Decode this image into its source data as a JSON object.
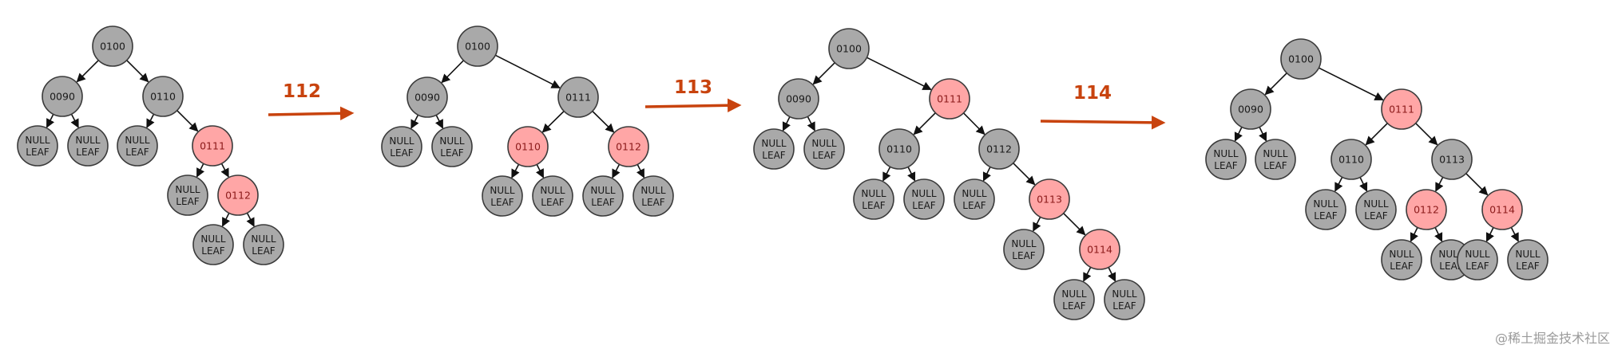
{
  "colors": {
    "black_node_fill": "#a9a9a9",
    "red_node_fill": "#ffa6a6",
    "edge": "#111111",
    "step_arrow": "#c8430e",
    "watermark": "#9a9a9a"
  },
  "leaf_label": [
    "NULL",
    "LEAF"
  ],
  "trees": [
    {
      "nodes": [
        {
          "id": "n100",
          "label": "0100",
          "color": "black"
        },
        {
          "id": "n090",
          "label": "0090",
          "color": "black"
        },
        {
          "id": "n110",
          "label": "0110",
          "color": "black"
        },
        {
          "id": "l1",
          "leaf": true
        },
        {
          "id": "l2",
          "leaf": true
        },
        {
          "id": "l3",
          "leaf": true
        },
        {
          "id": "n111",
          "label": "0111",
          "color": "red"
        },
        {
          "id": "l4",
          "leaf": true
        },
        {
          "id": "n112",
          "label": "0112",
          "color": "red"
        },
        {
          "id": "l5",
          "leaf": true
        },
        {
          "id": "l6",
          "leaf": true
        }
      ],
      "edges": [
        [
          "n100",
          "n090"
        ],
        [
          "n100",
          "n110"
        ],
        [
          "n090",
          "l1"
        ],
        [
          "n090",
          "l2"
        ],
        [
          "n110",
          "l3"
        ],
        [
          "n110",
          "n111"
        ],
        [
          "n111",
          "l4"
        ],
        [
          "n111",
          "n112"
        ],
        [
          "n112",
          "l5"
        ],
        [
          "n112",
          "l6"
        ]
      ]
    },
    {
      "nodes": [
        {
          "id": "n100",
          "label": "0100",
          "color": "black"
        },
        {
          "id": "n090",
          "label": "0090",
          "color": "black"
        },
        {
          "id": "n111",
          "label": "0111",
          "color": "black"
        },
        {
          "id": "l1",
          "leaf": true
        },
        {
          "id": "l2",
          "leaf": true
        },
        {
          "id": "n110",
          "label": "0110",
          "color": "red"
        },
        {
          "id": "n112",
          "label": "0112",
          "color": "red"
        },
        {
          "id": "l3",
          "leaf": true
        },
        {
          "id": "l4",
          "leaf": true
        },
        {
          "id": "l5",
          "leaf": true
        },
        {
          "id": "l6",
          "leaf": true
        }
      ],
      "edges": [
        [
          "n100",
          "n090"
        ],
        [
          "n100",
          "n111"
        ],
        [
          "n090",
          "l1"
        ],
        [
          "n090",
          "l2"
        ],
        [
          "n111",
          "n110"
        ],
        [
          "n111",
          "n112"
        ],
        [
          "n110",
          "l3"
        ],
        [
          "n110",
          "l4"
        ],
        [
          "n112",
          "l5"
        ],
        [
          "n112",
          "l6"
        ]
      ]
    },
    {
      "nodes": [
        {
          "id": "n100",
          "label": "0100",
          "color": "black"
        },
        {
          "id": "n090",
          "label": "0090",
          "color": "black"
        },
        {
          "id": "n111",
          "label": "0111",
          "color": "red"
        },
        {
          "id": "l1",
          "leaf": true
        },
        {
          "id": "l2",
          "leaf": true
        },
        {
          "id": "n110",
          "label": "0110",
          "color": "black"
        },
        {
          "id": "n112",
          "label": "0112",
          "color": "black"
        },
        {
          "id": "l3",
          "leaf": true
        },
        {
          "id": "l4",
          "leaf": true
        },
        {
          "id": "l5",
          "leaf": true
        },
        {
          "id": "n113",
          "label": "0113",
          "color": "red"
        },
        {
          "id": "l6",
          "leaf": true
        },
        {
          "id": "n114",
          "label": "0114",
          "color": "red"
        },
        {
          "id": "l7",
          "leaf": true
        },
        {
          "id": "l8",
          "leaf": true
        }
      ],
      "edges": [
        [
          "n100",
          "n090"
        ],
        [
          "n100",
          "n111"
        ],
        [
          "n090",
          "l1"
        ],
        [
          "n090",
          "l2"
        ],
        [
          "n111",
          "n110"
        ],
        [
          "n111",
          "n112"
        ],
        [
          "n110",
          "l3"
        ],
        [
          "n110",
          "l4"
        ],
        [
          "n112",
          "l5"
        ],
        [
          "n112",
          "n113"
        ],
        [
          "n113",
          "l6"
        ],
        [
          "n113",
          "n114"
        ],
        [
          "n114",
          "l7"
        ],
        [
          "n114",
          "l8"
        ]
      ]
    },
    {
      "nodes": [
        {
          "id": "n100",
          "label": "0100",
          "color": "black"
        },
        {
          "id": "n090",
          "label": "0090",
          "color": "black"
        },
        {
          "id": "n111",
          "label": "0111",
          "color": "red"
        },
        {
          "id": "l1",
          "leaf": true
        },
        {
          "id": "l2",
          "leaf": true
        },
        {
          "id": "n110",
          "label": "0110",
          "color": "black"
        },
        {
          "id": "n113",
          "label": "0113",
          "color": "black"
        },
        {
          "id": "l3",
          "leaf": true
        },
        {
          "id": "l4",
          "leaf": true
        },
        {
          "id": "n112",
          "label": "0112",
          "color": "red"
        },
        {
          "id": "n114",
          "label": "0114",
          "color": "red"
        },
        {
          "id": "l5",
          "leaf": true
        },
        {
          "id": "l6",
          "leaf": true
        },
        {
          "id": "l7",
          "leaf": true
        },
        {
          "id": "l8",
          "leaf": true
        }
      ],
      "edges": [
        [
          "n100",
          "n090"
        ],
        [
          "n100",
          "n111"
        ],
        [
          "n090",
          "l1"
        ],
        [
          "n090",
          "l2"
        ],
        [
          "n111",
          "n110"
        ],
        [
          "n111",
          "n113"
        ],
        [
          "n110",
          "l3"
        ],
        [
          "n110",
          "l4"
        ],
        [
          "n113",
          "n112"
        ],
        [
          "n113",
          "n114"
        ],
        [
          "n112",
          "l5"
        ],
        [
          "n112",
          "l6"
        ],
        [
          "n114",
          "l7"
        ],
        [
          "n114",
          "l8"
        ]
      ]
    }
  ],
  "steps": [
    {
      "label": "112"
    },
    {
      "label": "113"
    },
    {
      "label": "114"
    }
  ],
  "watermark": "@稀土掘金技术社区"
}
